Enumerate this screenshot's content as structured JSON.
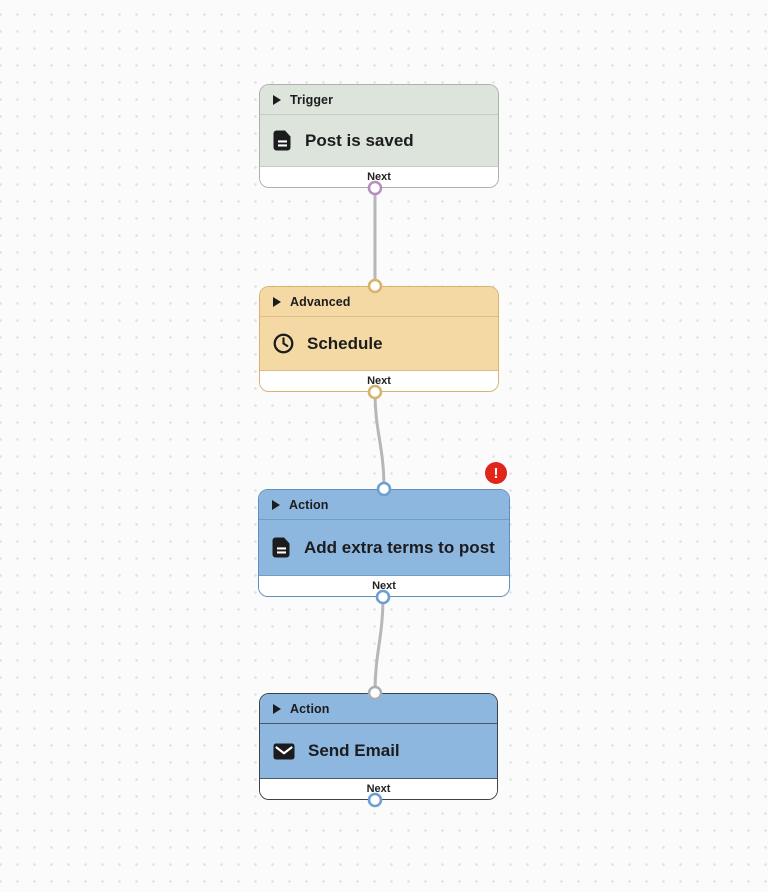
{
  "canvas": {
    "background": "#fbfbfb",
    "dot_color": "#e2e2e2",
    "connector_color": "#b7b7bb",
    "text_color": "#1c1c1e"
  },
  "nodes": [
    {
      "category": "Trigger",
      "title": "Post is saved",
      "icon": "document-icon",
      "footer_label": "Next",
      "error": false,
      "selected": false,
      "colors": {
        "fill": "#dde4dc",
        "border": "#a9b4a9",
        "divider": "#c3cdc2",
        "ring": "#b58fc0"
      }
    },
    {
      "category": "Advanced",
      "title": "Schedule",
      "icon": "clock-icon",
      "footer_label": "Next",
      "error": false,
      "selected": false,
      "colors": {
        "fill": "#f5d9a4",
        "border": "#d8b26e",
        "divider": "#debe85",
        "ring": "#d8b26e"
      }
    },
    {
      "category": "Action",
      "title": "Add extra terms to post",
      "icon": "document-icon",
      "footer_label": "Next",
      "error": true,
      "selected": false,
      "colors": {
        "fill": "#8db7df",
        "border": "#5d90c0",
        "divider": "#6f9ecb",
        "ring": "#6d9ecf"
      }
    },
    {
      "category": "Action",
      "title": "Send Email",
      "icon": "envelope-icon",
      "footer_label": "Next",
      "error": false,
      "selected": true,
      "colors": {
        "fill": "#8db7df",
        "border": "#3d434b",
        "divider": "#4a5866",
        "ring": "#6d9ecf",
        "ring_top": "#a8b0b6"
      }
    }
  ],
  "badge": {
    "symbol": "!",
    "color": "#e1251b"
  },
  "icons": {
    "document-icon": "filled page with folded corner and text lines",
    "clock-icon": "outlined clock face with hands",
    "envelope-icon": "filled mail envelope with flap",
    "disclosure-triangle-icon": "right-pointing expand triangle",
    "error-icon": "red circle with exclamation mark"
  }
}
